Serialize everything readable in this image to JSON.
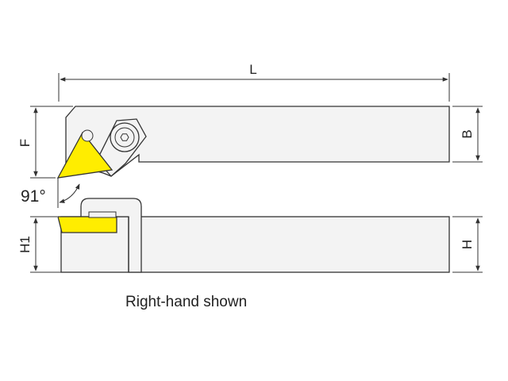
{
  "diagram": {
    "dimensions": {
      "length": "L",
      "offset": "F",
      "width": "B",
      "insert_height": "H1",
      "shank_height": "H"
    },
    "angle": "91°",
    "caption": "Right-hand shown"
  },
  "colors": {
    "line": "#333333",
    "shank_fill": "#f3f3f3",
    "insert_fill": "#ffed00",
    "background": "#ffffff"
  }
}
